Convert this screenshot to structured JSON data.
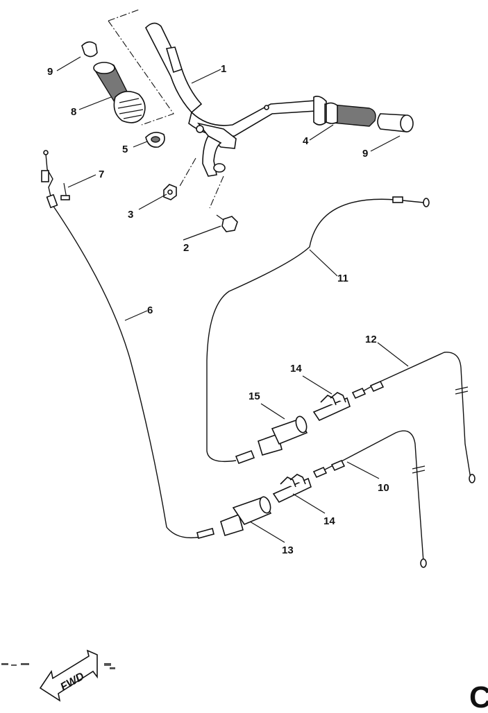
{
  "callouts": {
    "c1": "1",
    "c2": "2",
    "c3": "3",
    "c4": "4",
    "c5": "5",
    "c6": "6",
    "c7": "7",
    "c8": "8",
    "c9a": "9",
    "c9b": "9",
    "c10": "10",
    "c11": "11",
    "c12": "12",
    "c13": "13",
    "c14a": "14",
    "c14b": "14",
    "c15": "15"
  },
  "direction_arrow": {
    "label": "FWD"
  },
  "corner_mark": "C",
  "colors": {
    "ink": "#111111",
    "paper": "#ffffff",
    "grip": "#777777"
  },
  "icons": [
    "fwd-arrow-icon"
  ]
}
